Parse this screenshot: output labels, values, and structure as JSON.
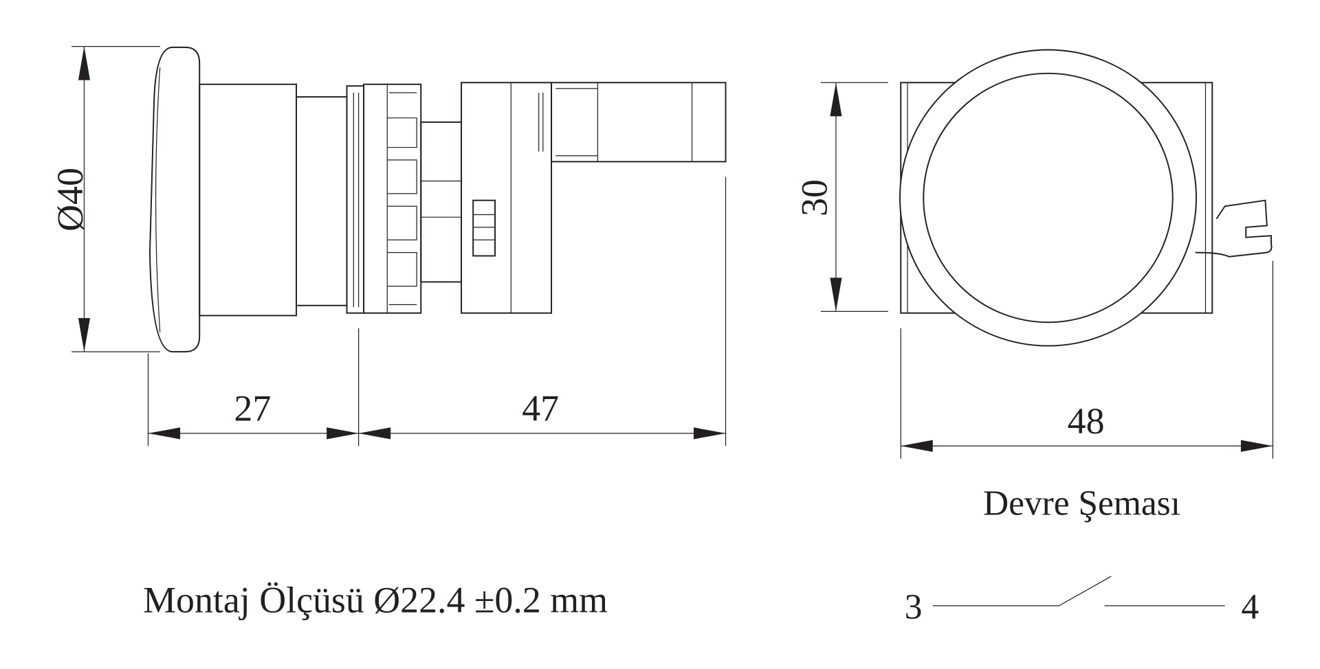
{
  "side_view": {
    "diameter_label": "Ø40",
    "dim_front": "27",
    "dim_back": "47"
  },
  "front_view": {
    "height_label": "30",
    "width_label": "48"
  },
  "circuit": {
    "title": "Devre Şeması",
    "terminal_left": "3",
    "terminal_right": "4"
  },
  "mounting": {
    "label": "Montaj Ölçüsü Ø22.4 ±0.2 mm"
  },
  "colors": {
    "line": "#231f20",
    "background": "#ffffff"
  }
}
